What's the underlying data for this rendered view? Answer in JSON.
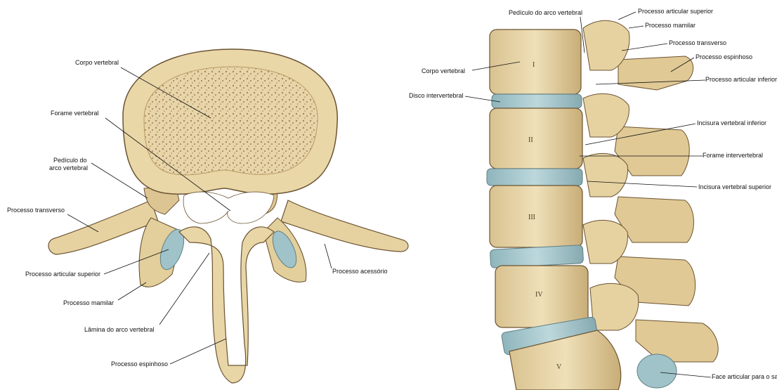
{
  "superior_view": {
    "labels": {
      "corpo_vertebral": "Corpo vertebral",
      "forame_vertebral": "Forame vertebral",
      "pediculo_1": "Pedículo do",
      "pediculo_2": "arco vertebral",
      "processo_transverso": "Processo transverso",
      "processo_articular_superior": "Processo articular superior",
      "processo_mamilar": "Processo mamilar",
      "lamina": "Lâmina do arco vertebral",
      "processo_espinhoso": "Processo espinhoso",
      "processo_acessorio": "Processo acessório"
    }
  },
  "lateral_view": {
    "labels": {
      "pediculo": "Pedículo do arco vertebral",
      "processo_articular_superior": "Processo articular superior",
      "processo_mamilar": "Processo mamilar",
      "processo_transverso": "Processo transverso",
      "processo_espinhoso": "Processo espinhoso",
      "corpo_vertebral": "Corpo vertebral",
      "processo_articular_inferior": "Processo articular inferior",
      "disco": "Disco intervertebral",
      "incisura_inferior": "Incisura vertebral inferior",
      "forame_intervertebral": "Forame intervertebral",
      "incisura_superior": "Incisura vertebral superior",
      "face_articular": "Face articular para o sacro"
    },
    "vertebra_numerals": [
      "I",
      "II",
      "III",
      "IV",
      "V"
    ]
  },
  "colors": {
    "bone": "#e9d7a8",
    "bone_shadow": "#b89a63",
    "bone_outline": "#6b5332",
    "cancellous": "#d8c49a",
    "cartilage": "#9fc3c9"
  }
}
